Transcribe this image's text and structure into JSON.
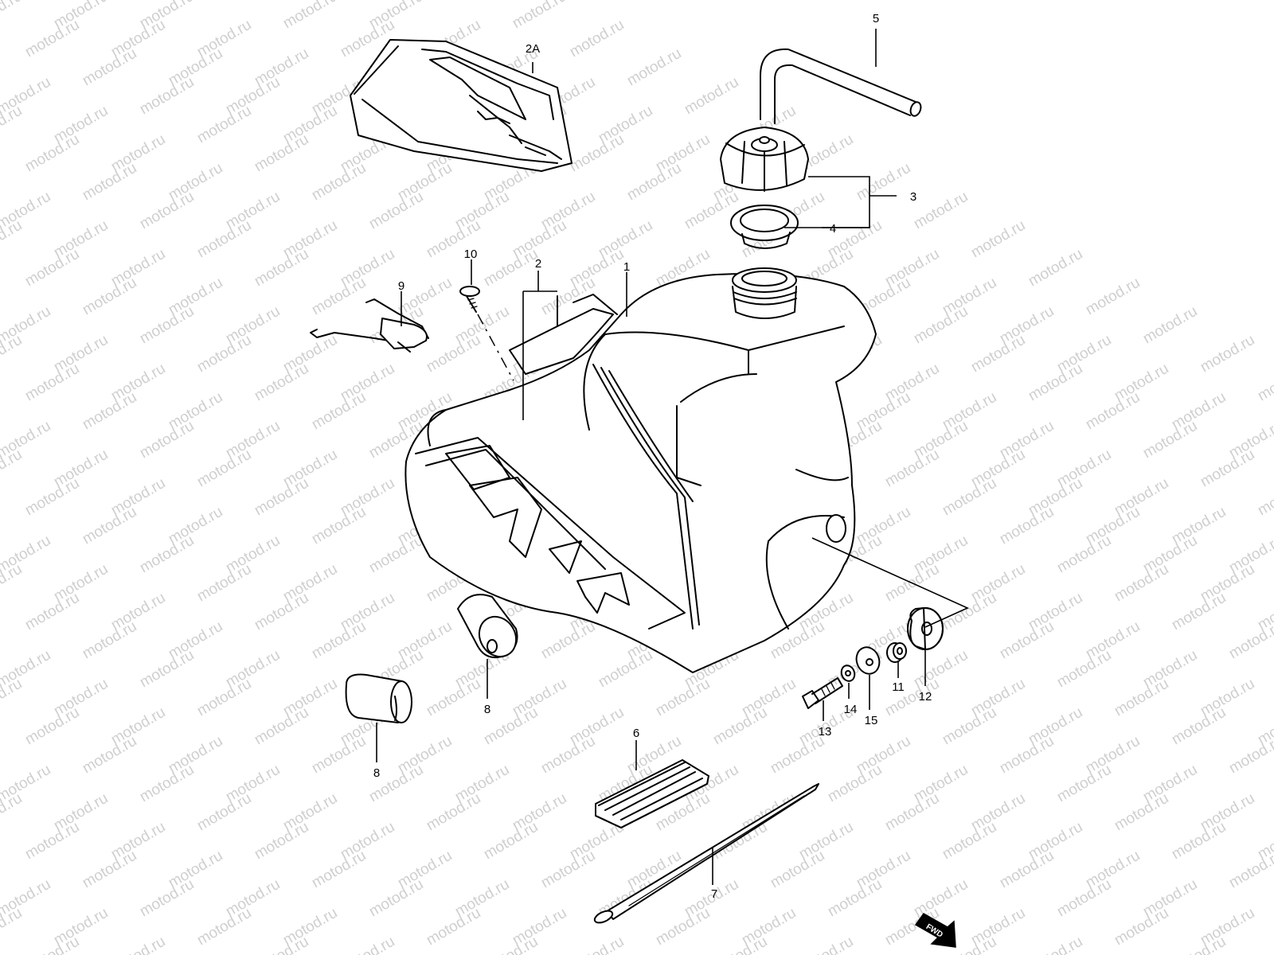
{
  "watermark": {
    "text": "motod.ru"
  },
  "labels": {
    "p1": "1",
    "p2": "2",
    "p2a": "2A",
    "p3": "3",
    "p4": "4",
    "p5": "5",
    "p6": "6",
    "p7": "7",
    "p8a": "8",
    "p8b": "8",
    "p9": "9",
    "p10": "10",
    "p11": "11",
    "p12": "12",
    "p13": "13",
    "p14": "14",
    "p15": "15"
  },
  "fwd": {
    "text": "FWD"
  }
}
